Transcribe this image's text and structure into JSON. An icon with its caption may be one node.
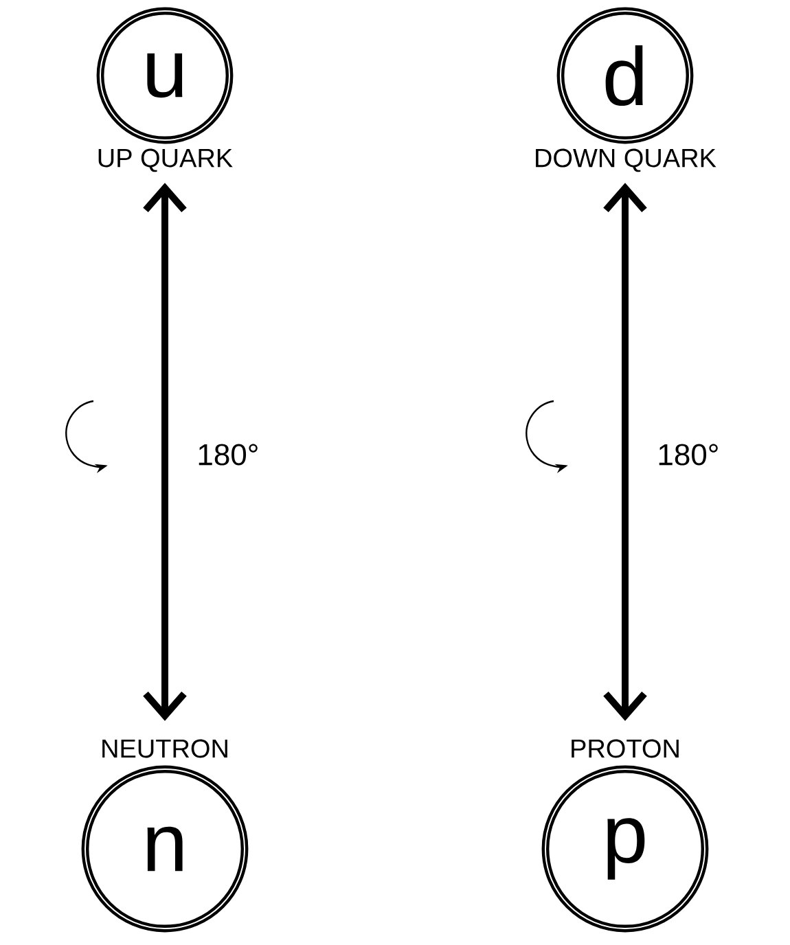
{
  "diagram": {
    "nodes": [
      {
        "text": [
          "u"
        ],
        "beside": [
          "UP QUARK"
        ]
      },
      {
        "text": [
          "d"
        ],
        "beside": [
          "DOWN QUARK"
        ]
      },
      {
        "text": [
          "n"
        ],
        "beside": [
          "NEUTRON"
        ]
      },
      {
        "text": [
          "p"
        ],
        "beside": [
          "PROTON"
        ]
      }
    ],
    "edges": [
      {
        "from": 0,
        "to": 2,
        "arrow": "both",
        "label": "180°"
      },
      {
        "from": 1,
        "to": 3,
        "arrow": "both",
        "label": "180°"
      }
    ]
  }
}
